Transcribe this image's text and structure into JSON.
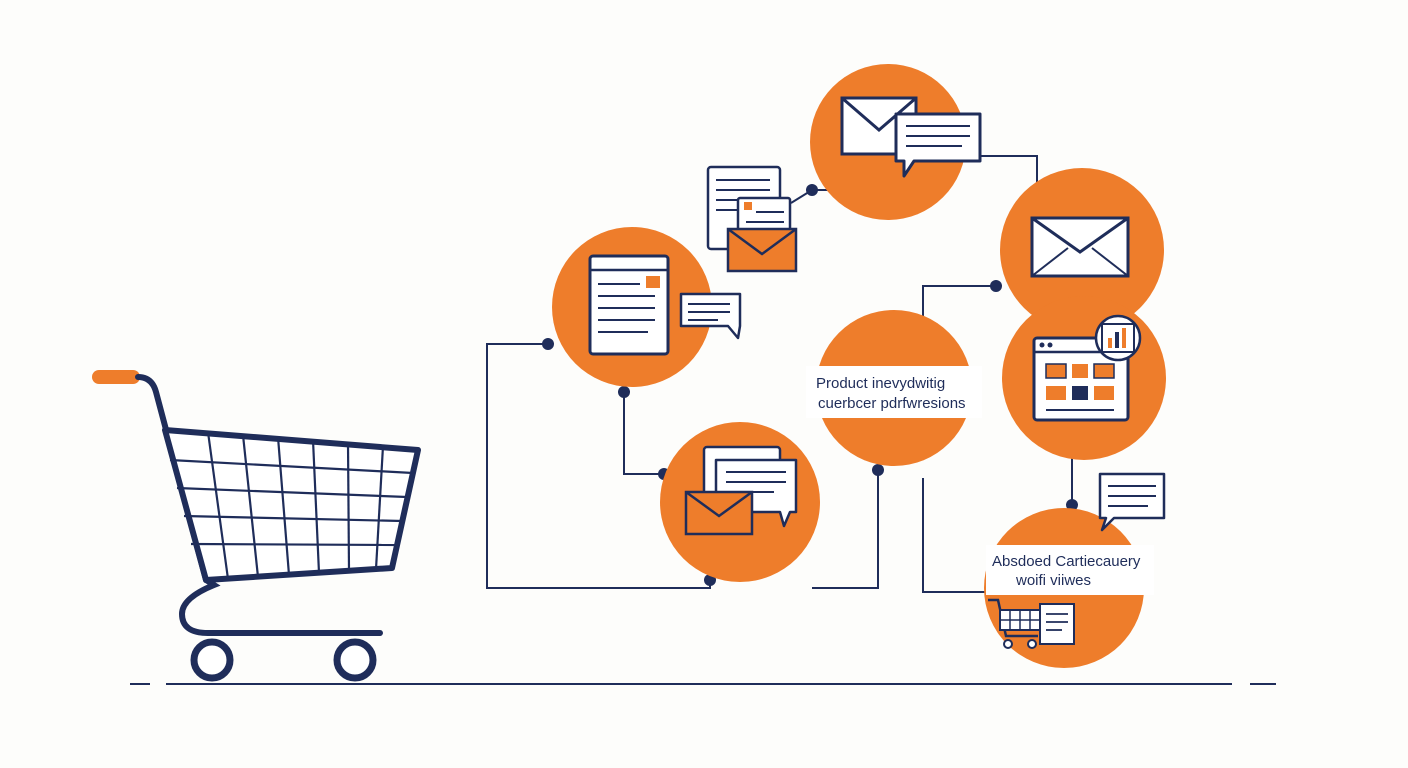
{
  "colors": {
    "navy": "#1f2d5a",
    "orange": "#ee7d2b",
    "paper": "#ffffff",
    "background": "#fdfdfb"
  },
  "labels": {
    "center_line1": "Product inevydwitig",
    "center_line2": "cuerbcer pdrfwresions",
    "bottom_line1": "Absdoed Cartiecauery",
    "bottom_line2": "woifi viiwes"
  },
  "icons": [
    "shopping-cart-icon",
    "envelope-icon",
    "chat-bubble-icon",
    "document-icon",
    "browser-window-icon",
    "dashboard-icon",
    "bar-chart-icon"
  ]
}
